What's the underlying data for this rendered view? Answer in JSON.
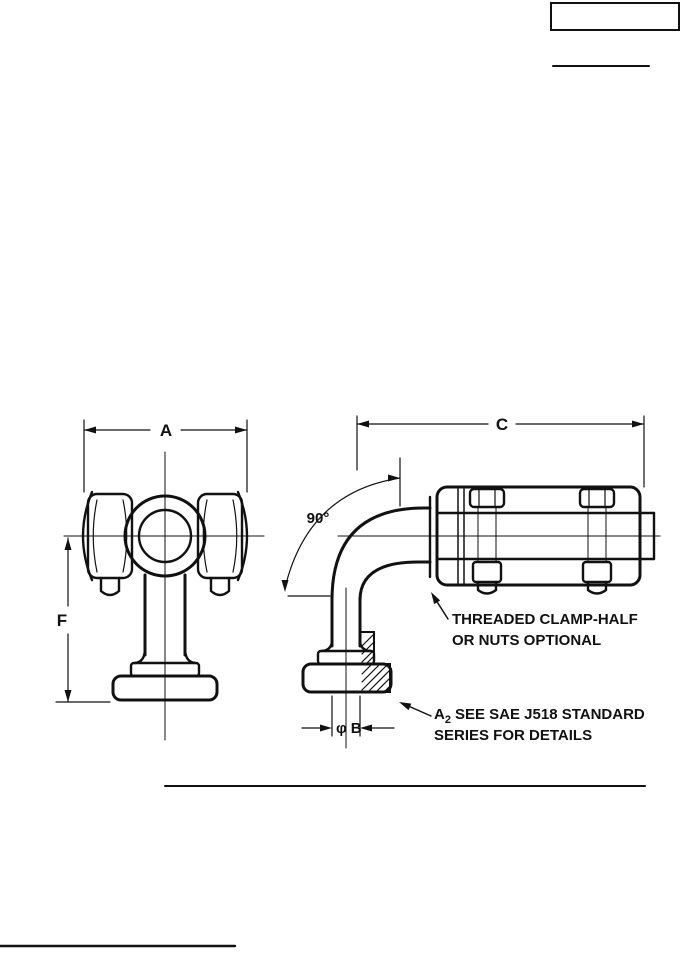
{
  "colors": {
    "ink": "#111111",
    "paper": "#ffffff"
  },
  "figure": {
    "dimensions": {
      "a": "A",
      "c": "C",
      "f": "F",
      "angle": "90°",
      "diameter_phi": "φ",
      "diameter_letter": "B"
    },
    "notes": {
      "clamp_line1": "THREADED CLAMP-HALF",
      "clamp_line2": "OR NUTS OPTIONAL",
      "sae_prefix": "A",
      "sae_subscript": "2",
      "sae_line1_rest": "SEE SAE J518 STANDARD",
      "sae_line2": "SERIES FOR DETAILS"
    }
  }
}
